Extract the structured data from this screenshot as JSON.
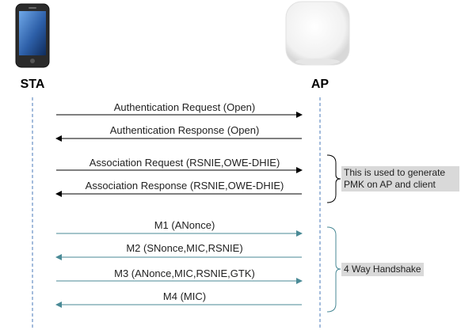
{
  "actors": {
    "sta": {
      "label": "STA",
      "icon": "smartphone-icon"
    },
    "ap": {
      "label": "AP",
      "icon": "access-point-icon"
    }
  },
  "messages": [
    {
      "label": "Authentication Request (Open)",
      "direction": "sta-to-ap",
      "color": "#000000"
    },
    {
      "label": "Authentication Response (Open)",
      "direction": "ap-to-sta",
      "color": "#000000"
    },
    {
      "label": "Association Request (RSNIE,OWE-DHIE)",
      "direction": "sta-to-ap",
      "color": "#000000"
    },
    {
      "label": "Association Response (RSNIE,OWE-DHIE)",
      "direction": "ap-to-sta",
      "color": "#000000"
    },
    {
      "label": "M1 (ANonce)",
      "direction": "sta-to-ap",
      "color": "#4a8a96"
    },
    {
      "label": "M2 (SNonce,MIC,RSNIE)",
      "direction": "ap-to-sta",
      "color": "#4a8a96"
    },
    {
      "label": "M3 (ANonce,MIC,RSNIE,GTK)",
      "direction": "sta-to-ap",
      "color": "#4a8a96"
    },
    {
      "label": "M4 (MIC)",
      "direction": "ap-to-sta",
      "color": "#4a8a96"
    }
  ],
  "notes": {
    "pmk": "This is used to generate PMK on AP and client",
    "four_way": "4 Way Handshake"
  },
  "colors": {
    "lifeline": "#4a78b8",
    "handshake": "#4a8a96",
    "note_bg": "#d9d9d9"
  }
}
